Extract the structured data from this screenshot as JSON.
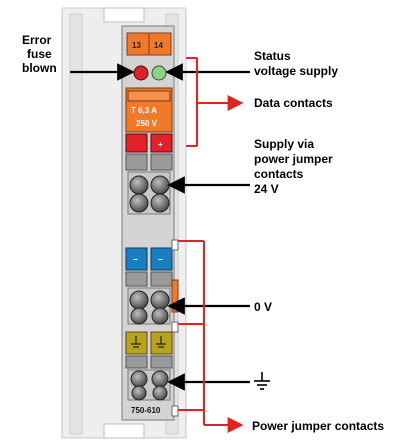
{
  "terminals": {
    "left": "13",
    "right": "14"
  },
  "fuse": {
    "rating": "T 6,3 A",
    "voltage": "250 V"
  },
  "polarity": {
    "minus": "−",
    "plus": "+"
  },
  "model": "750-610",
  "labels": {
    "error_line1": "Error",
    "error_line2": "fuse",
    "error_line3": "blown",
    "status_line1": "Status",
    "status_line2": "voltage supply",
    "data_contacts": "Data contacts",
    "supply_line1": "Supply via",
    "supply_line2": "power jumper",
    "supply_line3": "contacts",
    "supply_line4": "24 V",
    "zero_v": "0 V",
    "power_jumper": "Power jumper contacts"
  },
  "colors": {
    "module_body": "#d4d4d4",
    "frame": "#ebebeb",
    "orange": "#f07a2a",
    "red_led": "#d8242b",
    "green_led": "#8ed18a",
    "red_contact": "#e4202a",
    "blue_contact": "#1a7fc1",
    "olive_contact": "#b9a21c",
    "arrow_red": "#e52222"
  }
}
